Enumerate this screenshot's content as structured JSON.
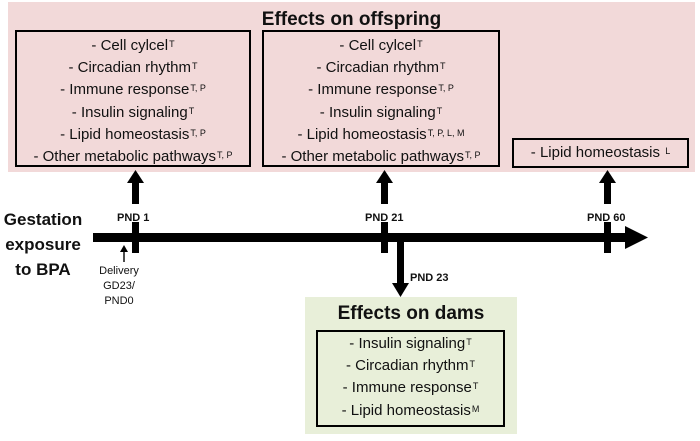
{
  "offspring": {
    "title": "Effects on offspring",
    "box1": [
      {
        "text": "-  Cell cylcel",
        "sup": "T"
      },
      {
        "text": "-  Circadian rhythm",
        "sup": "T"
      },
      {
        "text": "-  Immune response",
        "sup": "T, P"
      },
      {
        "text": "-  Insulin signaling",
        "sup": "T"
      },
      {
        "text": "-  Lipid homeostasis",
        "sup": "T, P"
      },
      {
        "text": "-  Other metabolic pathways",
        "sup": "T, P"
      }
    ],
    "box2": [
      {
        "text": "-  Cell cylcel",
        "sup": "T"
      },
      {
        "text": "-  Circadian rhythm",
        "sup": "T"
      },
      {
        "text": "-  Immune response",
        "sup": "T, P"
      },
      {
        "text": "-  Insulin signaling",
        "sup": "T"
      },
      {
        "text": "-  Lipid homeostasis",
        "sup": "T, P, L, M"
      },
      {
        "text": "-  Other metabolic pathways",
        "sup": "T, P"
      }
    ],
    "box3": [
      {
        "text": "-  Lipid homeostasis ",
        "sup": "L"
      }
    ]
  },
  "dams": {
    "title": "Effects on dams",
    "box": [
      {
        "text": "-  Insulin signaling",
        "sup": "T"
      },
      {
        "text": "-  Circadian rhythm",
        "sup": "T"
      },
      {
        "text": "-  Immune response",
        "sup": "T"
      },
      {
        "text": "-  Lipid homeostasis",
        "sup": "M"
      }
    ]
  },
  "timeline": {
    "exposure_label": [
      "Gestation",
      "exposure",
      "to BPA"
    ],
    "delivery_label": [
      "Delivery",
      "GD23/",
      "PND0"
    ],
    "pnd1": "PND 1",
    "pnd21": "PND 21",
    "pnd23": "PND 23",
    "pnd60": "PND 60"
  },
  "colors": {
    "offspring_panel": "#f2d9d9",
    "dams_panel": "#e8efd9",
    "arrow": "#000000"
  }
}
